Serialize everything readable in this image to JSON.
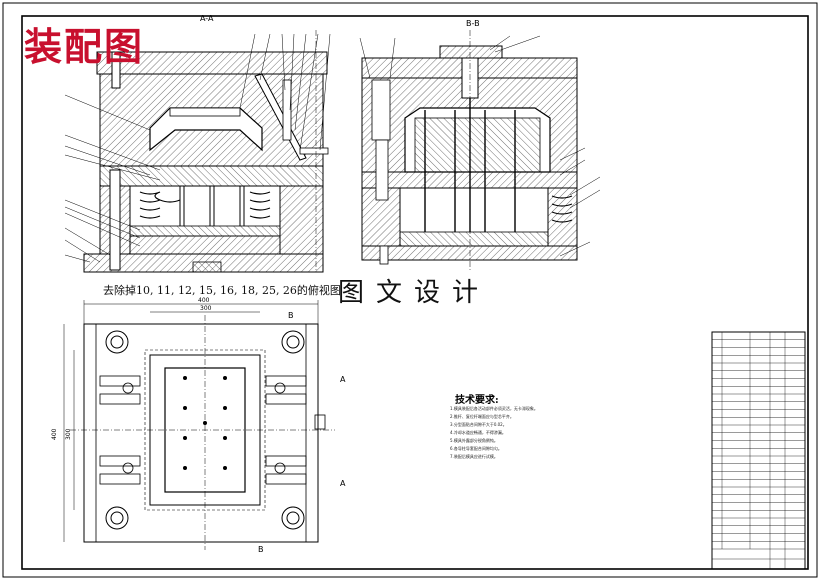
{
  "drawing": {
    "overlay_title": "装配图",
    "watermark": "图文设计",
    "section_a_label": "A-A",
    "section_b_label": "B-B",
    "plan_view_caption": "去除掉10, 11, 12, 15, 16, 18, 25, 26的俯视图",
    "dims": {
      "width_outer": "400",
      "width_inner": "300",
      "height_outer": "400",
      "height_inner": "300"
    },
    "notes_title": "技术要求:",
    "notes_lines": [
      "1.模具装配后各活动部件必须灵活，无卡滞现象。",
      "2.推杆、复位杆端面应与型芯平齐。",
      "3.分型面贴合间隙不大于0.02。",
      "4.冷却水道应畅通，不得渗漏。",
      "5.模具外露部分锐角倒钝。",
      "6.各导柱导套配合间隙均匀。",
      "7.装配后模具应进行试模。"
    ]
  },
  "bom": {
    "rows": 28
  },
  "colors": {
    "line": "#000000",
    "hatch": "#333333",
    "title_red": "#c8102e"
  }
}
